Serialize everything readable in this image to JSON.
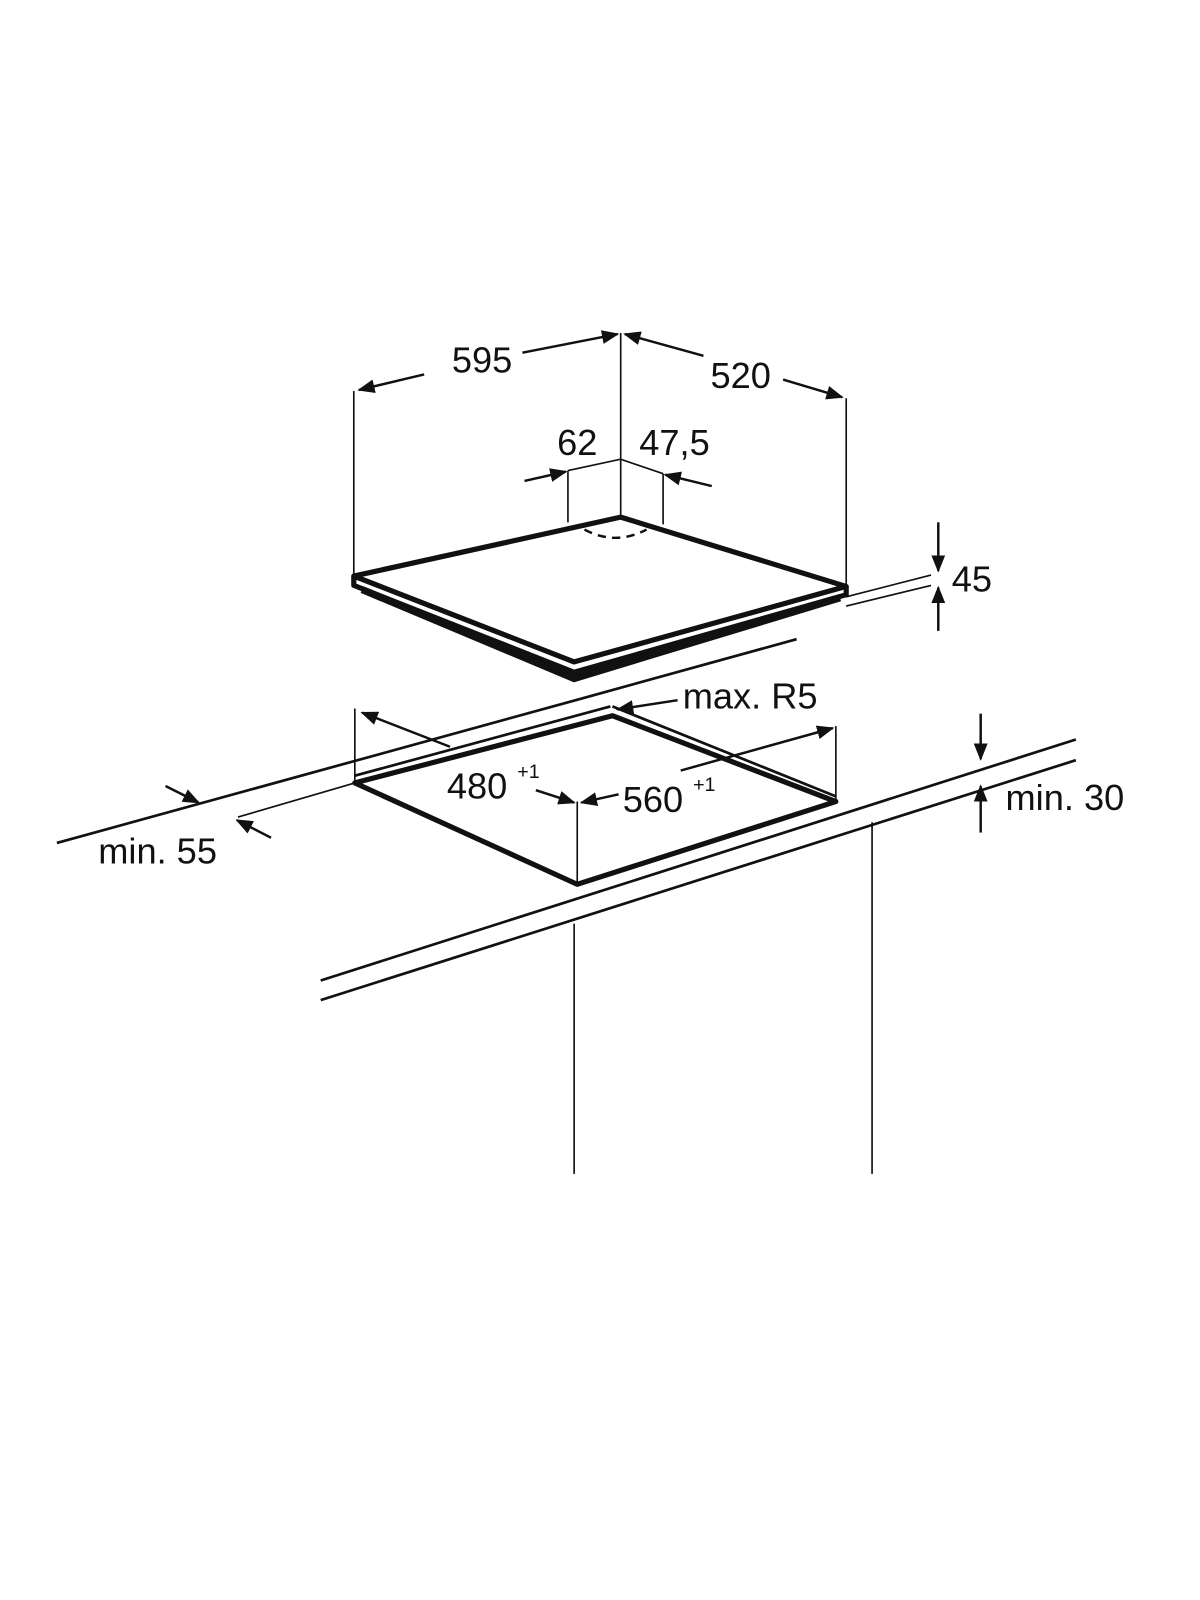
{
  "diagram": {
    "title": "Hob installation dimensions",
    "labels": {
      "width": "595",
      "depth": "520",
      "offset_left": "62",
      "offset_right": "47,5",
      "height": "45",
      "radius": "max. R5",
      "cutout_depth": "480",
      "cutout_depth_tol": "+1",
      "cutout_width": "560",
      "cutout_width_tol": "+1",
      "min_back": "min. 55",
      "min_worktop": "min. 30"
    },
    "colors": {
      "line": "#111111",
      "background": "#ffffff"
    }
  }
}
